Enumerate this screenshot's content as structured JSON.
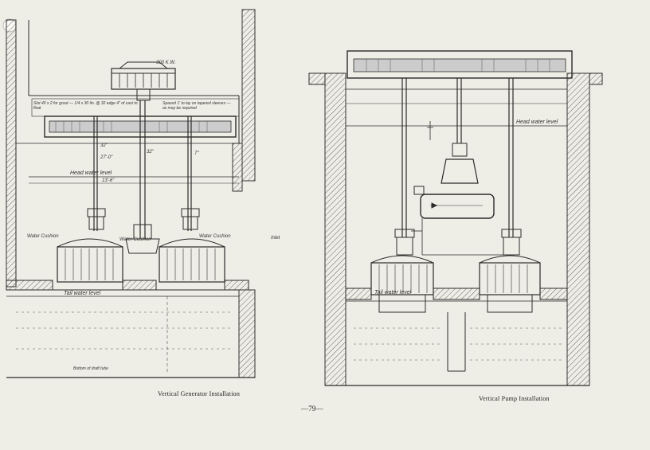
{
  "page": {
    "number": "—79—",
    "background": "#efeee6",
    "ink": "#2a2a2a",
    "hatch": "#555555"
  },
  "left_figure": {
    "caption": "Vertical Generator Installation",
    "labels": {
      "top_rating": "300 K.W.",
      "note_left": "Slot 40 x 2 for grout — 1/4 x 30 lin. @ 32 edge 4\" of cast to float",
      "note_right": "Spaced 1' to lay on tapered sleeves — as may be required",
      "head_water_level": "Head water level",
      "tail_water_level": "Tail water level",
      "water_cushion_left": "Water Cushion",
      "water_cushion_mid": "Water Cushion",
      "water_cushion_right": "Water Cushion",
      "inlet": "Inlet",
      "dim_1": "27'-0\"",
      "dim_2": "13'-6\"",
      "dim_3": "32\"",
      "dim_4": "32\"",
      "dim_5": "7\"",
      "bottom_note": "Bottom of draft tube"
    }
  },
  "right_figure": {
    "caption": "Vertical Pump Installation",
    "labels": {
      "head_water_level": "Head water level",
      "tail_water_level": "Tail water level"
    }
  }
}
